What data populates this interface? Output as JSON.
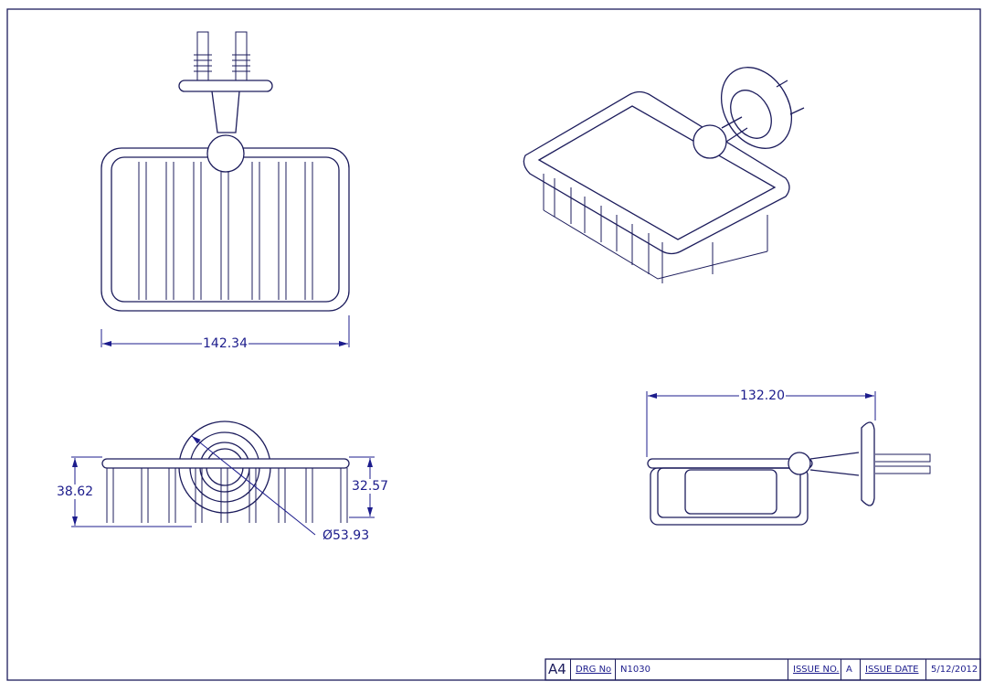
{
  "dimensions": {
    "front_width": "142.34",
    "side_width": "132.20",
    "bottom_height_outer": "38.62",
    "bottom_height_inner": "32.57",
    "flange_diameter": "Ø53.93"
  },
  "title_block": {
    "sheet_size": "A4",
    "drg_no_label": "DRG No",
    "drg_no": "N1030",
    "issue_no_label": "ISSUE NO.",
    "issue_no": "A",
    "issue_date_label": "ISSUE DATE",
    "issue_date": "5/12/2012"
  },
  "colors": {
    "line": "#1c1c5c",
    "dimension": "#1c1c8c"
  }
}
